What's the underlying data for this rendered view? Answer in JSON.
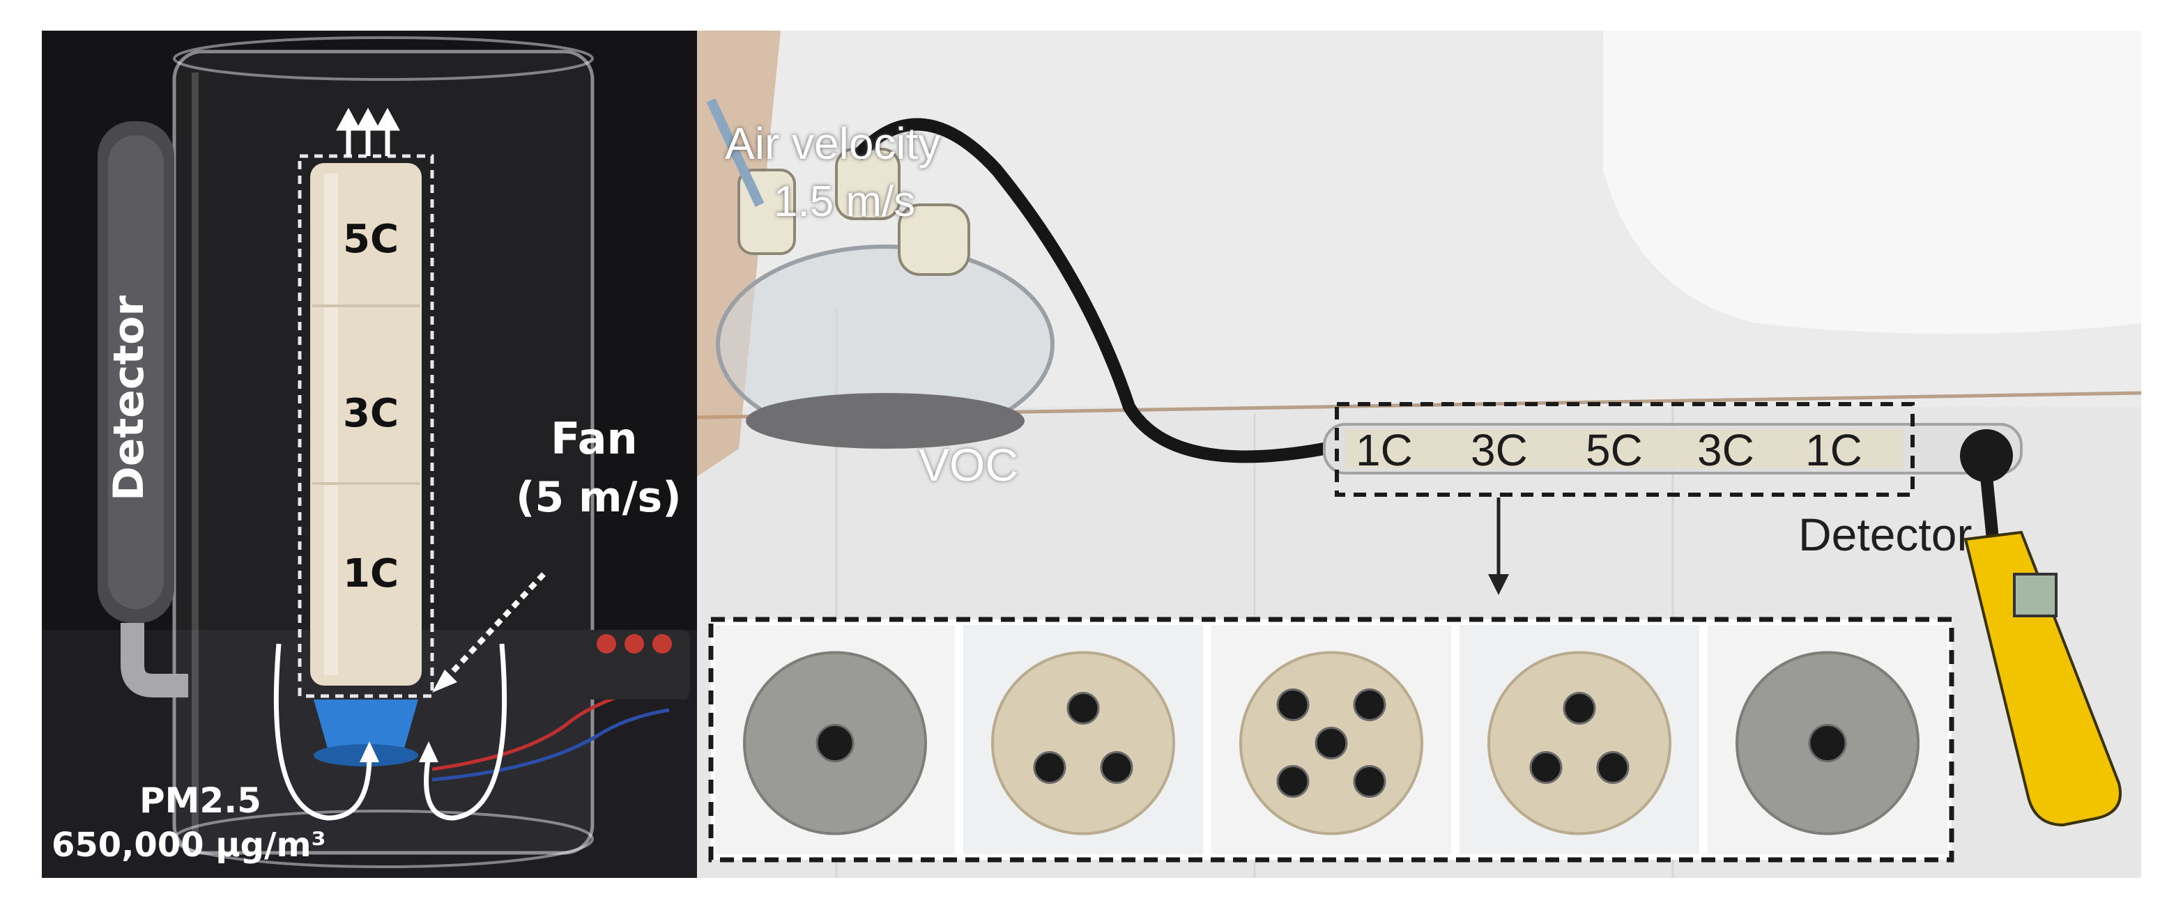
{
  "left_panel": {
    "stack_labels": [
      "5C",
      "3C",
      "1C"
    ],
    "detector_label": "Detector",
    "fan_label_line1": "Fan",
    "fan_label_line2": "(5 m/s)",
    "pm_label_line1": "PM2.5",
    "pm_label_line2": "650,000 µg/m³"
  },
  "right_panel": {
    "air_velocity_line1": "Air velocity",
    "air_velocity_line2": "1.5 m/s",
    "voc_label": "VOC",
    "tube_labels": [
      "1C",
      "3C",
      "5C",
      "3C",
      "1C"
    ],
    "detector_label": "Detector"
  },
  "samples": [
    {
      "holes": 1,
      "tone": "gray"
    },
    {
      "holes": 3,
      "tone": "beige"
    },
    {
      "holes": 5,
      "tone": "beige"
    },
    {
      "holes": 3,
      "tone": "beige"
    },
    {
      "holes": 1,
      "tone": "gray"
    }
  ],
  "colors": {
    "fan_blue": "#2f7fd6",
    "meter_yellow": "#f2c400",
    "gray_sample": "#9a9a96",
    "beige_sample": "#d9cdb3"
  }
}
